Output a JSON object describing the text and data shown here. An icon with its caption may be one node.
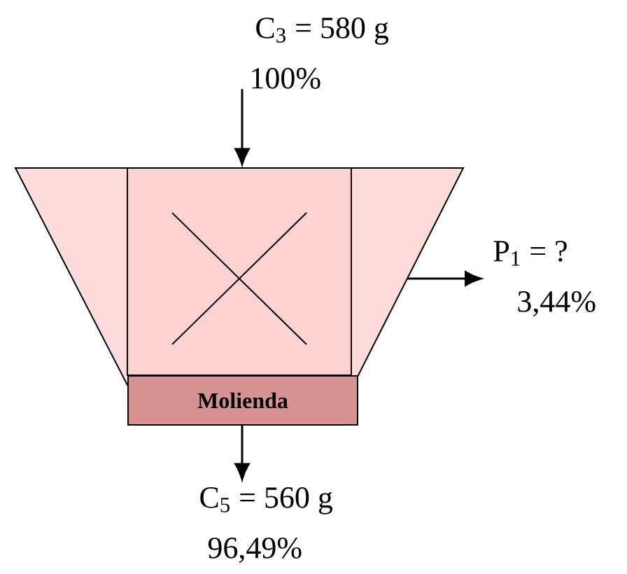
{
  "diagram": {
    "nodes": [
      {
        "text": [
          "C$_{3}$ = 580 g",
          "100%"
        ]
      },
      {
        "text": [
          "Molienda"
        ]
      },
      {
        "text": [
          "P$_{1}$ = ?",
          "3,44%"
        ]
      },
      {
        "text": [
          "C$_{5}$ = 560 g",
          "96,49%"
        ]
      }
    ],
    "edges": [
      {
        "from": 0,
        "to": 1,
        "arrow": "to"
      },
      {
        "from": 1,
        "to": 2,
        "arrow": "to"
      },
      {
        "from": 1,
        "to": 3,
        "arrow": "to"
      }
    ]
  }
}
